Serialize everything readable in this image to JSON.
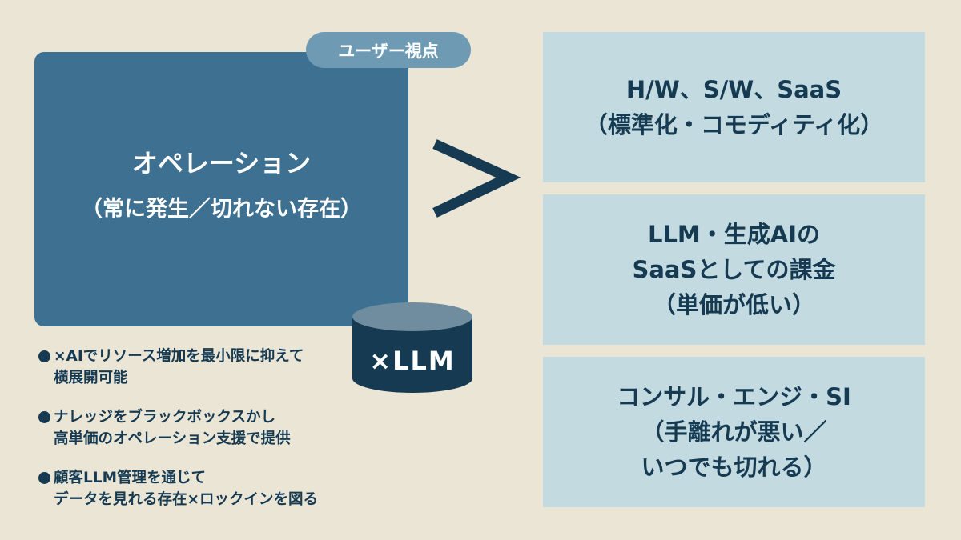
{
  "badge": "ユーザー視点",
  "main": {
    "title": "オペレーション",
    "subtitle": "（常に発生／切れない存在）"
  },
  "comparison_symbol": ">",
  "cylinder_label": "×LLM",
  "bullets": [
    {
      "line1": "×AIでリソース増加を最小限に抑えて",
      "line2": "横展開可能"
    },
    {
      "line1": "ナレッジをブラックボックスかし",
      "line2": "高単価のオペレーション支援で提供"
    },
    {
      "line1": "顧客LLM管理を通じて",
      "line2": "データを見れる存在×ロックインを図る"
    }
  ],
  "right_boxes": [
    {
      "lines": [
        "H/W、S/W、SaaS",
        "（標準化・コモディティ化）"
      ]
    },
    {
      "lines": [
        "LLM・生成AIの",
        "SaaSとしての課金",
        "（単価が低い）"
      ]
    },
    {
      "lines": [
        "コンサル・エンジ・SI",
        "（手離れが悪い／",
        "いつでも切れる）"
      ]
    }
  ],
  "colors": {
    "background": "#ebe5d5",
    "main": "#3e7191",
    "dark": "#153a52",
    "light": "#c3dbe0",
    "badge": "#6e9bb3"
  }
}
